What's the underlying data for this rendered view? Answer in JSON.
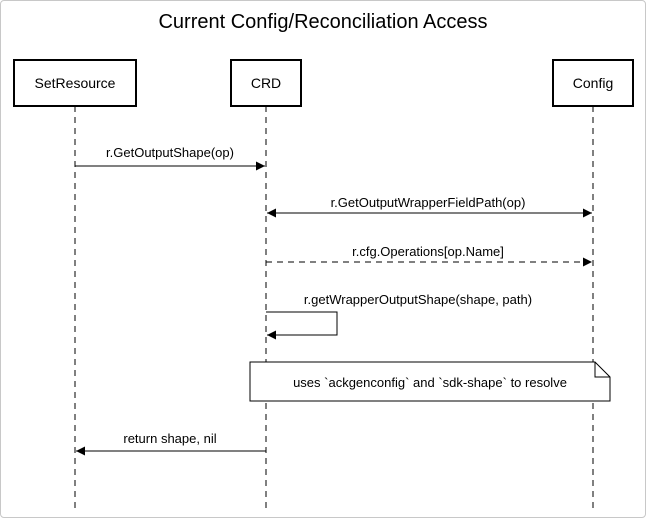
{
  "title": "Current Config/Reconciliation Access",
  "participants": {
    "set_resource": "SetResource",
    "crd": "CRD",
    "config": "Config"
  },
  "messages": {
    "get_output_shape": "r.GetOutputShape(op)",
    "get_output_wrapper_field_path": "r.GetOutputWrapperFieldPath(op)",
    "cfg_operations": "r.cfg.Operations[op.Name]",
    "get_wrapper_output_shape": "r.getWrapperOutputShape(shape, path)",
    "return_shape": "return shape, nil"
  },
  "note": "uses `ackgenconfig` and `sdk-shape` to resolve"
}
